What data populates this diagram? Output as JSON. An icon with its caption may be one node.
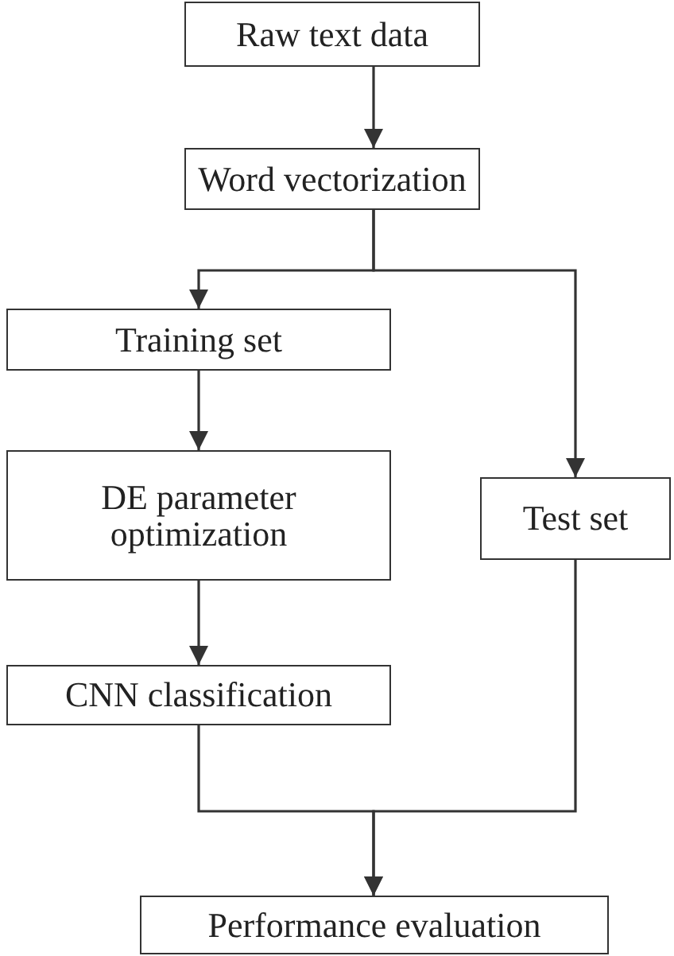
{
  "diagram": {
    "nodes": [
      {
        "text": [
          "Raw text data"
        ]
      },
      {
        "text": [
          "Word vectorization"
        ]
      },
      {
        "text": [
          "Training set"
        ]
      },
      {
        "text": [
          "DE parameter optimization"
        ]
      },
      {
        "text": [
          "CNN classification"
        ]
      },
      {
        "text": [
          "Test set"
        ]
      },
      {
        "text": [
          "Performance evaluation"
        ]
      }
    ],
    "edges": [
      {
        "from": 0,
        "to": 1,
        "arrow": "to"
      },
      {
        "from": 1,
        "to": 2,
        "arrow": "to"
      },
      {
        "from": 1,
        "to": 5,
        "arrow": "to"
      },
      {
        "from": 2,
        "to": 3,
        "arrow": "to"
      },
      {
        "from": 3,
        "to": 4,
        "arrow": "to"
      },
      {
        "from": 4,
        "to": 6,
        "arrow": "to"
      },
      {
        "from": 5,
        "to": 6,
        "arrow": "to"
      }
    ]
  }
}
